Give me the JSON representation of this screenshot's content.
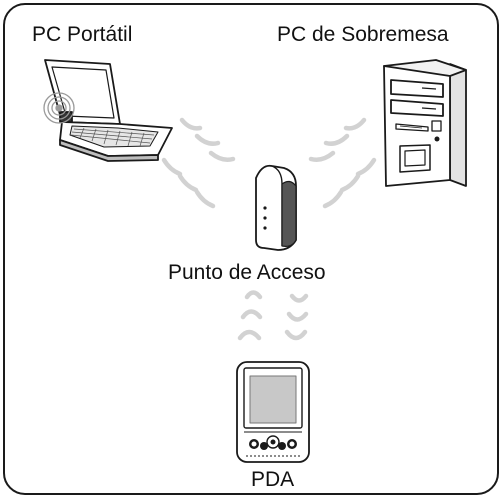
{
  "labels": {
    "laptop": "PC Portátil",
    "desktop": "PC de Sobremesa",
    "access_point": "Punto de  Acceso",
    "pda": "PDA"
  },
  "colors": {
    "stroke": "#1a1a1a",
    "wave": "#d2d2d2",
    "device_gray": "#9a9a9a",
    "screen_gray": "#c8c8c8"
  }
}
